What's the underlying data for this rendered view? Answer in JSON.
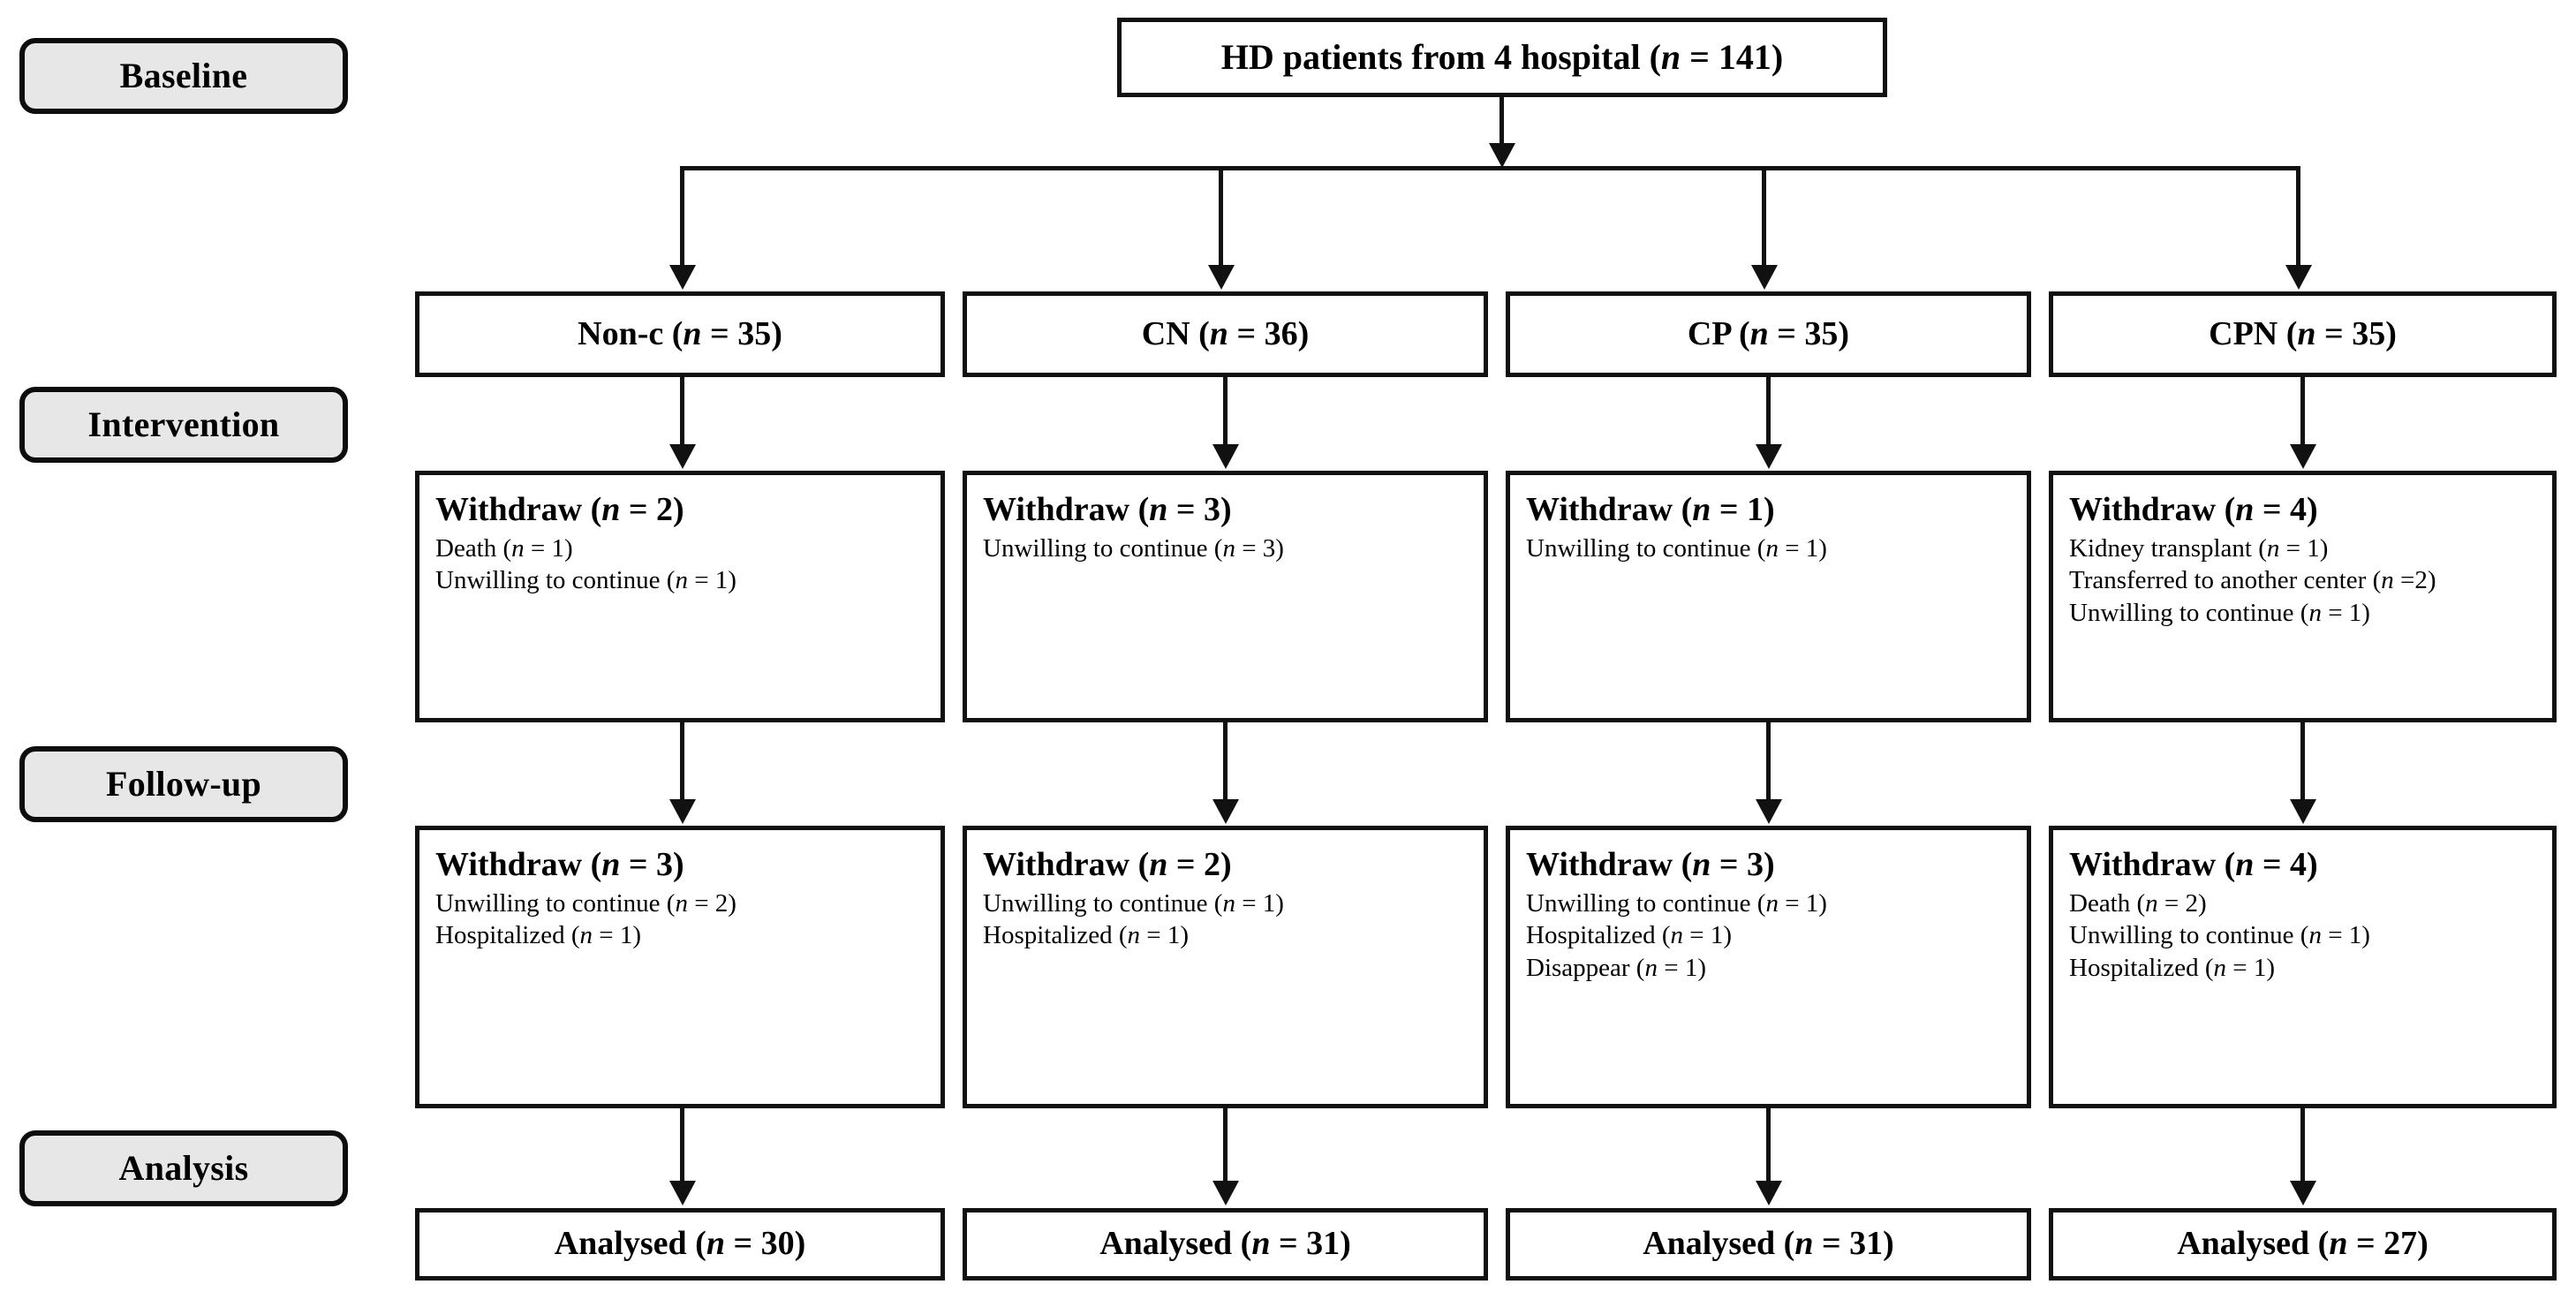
{
  "figure": {
    "type": "consort-flow-diagram",
    "colors": {
      "stroke": "#111111",
      "stage_label_fill": "#e7e7e7",
      "box_fill": "#ffffff",
      "text": "#000000"
    }
  },
  "stages": [
    {
      "id": "baseline",
      "label": "Baseline"
    },
    {
      "id": "intervention",
      "label": "Intervention"
    },
    {
      "id": "followup",
      "label": "Follow-up"
    },
    {
      "id": "analysis",
      "label": "Analysis"
    }
  ],
  "header": {
    "label_prefix": "HD patients from 4 hospital (",
    "n_symbol": "n",
    "label_suffix": " = 141)"
  },
  "columns": [
    {
      "id": "non-c",
      "group": {
        "prefix": "Non-c (",
        "n_symbol": "n",
        "suffix": " = 35)"
      },
      "withdraw_intervention": {
        "head_prefix": "Withdraw (",
        "head_n": "n",
        "head_suffix": " = 2)",
        "reasons": [
          {
            "text": "Death (",
            "n": "n",
            "tail": " = 1)"
          },
          {
            "text": "Unwilling to continue (",
            "n": "n",
            "tail": " = 1)"
          }
        ]
      },
      "withdraw_followup": {
        "head_prefix": "Withdraw (",
        "head_n": "n",
        "head_suffix": " = 3)",
        "reasons": [
          {
            "text": "Unwilling to continue (",
            "n": "n",
            "tail": " = 2)"
          },
          {
            "text": "Hospitalized (",
            "n": "n",
            "tail": " = 1)"
          }
        ]
      },
      "analysed": {
        "prefix": "Analysed (",
        "n_symbol": "n",
        "suffix": " = 30)"
      }
    },
    {
      "id": "cn",
      "group": {
        "prefix": "CN (",
        "n_symbol": "n",
        "suffix": " = 36)"
      },
      "withdraw_intervention": {
        "head_prefix": "Withdraw (",
        "head_n": "n",
        "head_suffix": " = 3)",
        "reasons": [
          {
            "text": "Unwilling to continue (",
            "n": "n",
            "tail": " = 3)"
          }
        ]
      },
      "withdraw_followup": {
        "head_prefix": "Withdraw (",
        "head_n": "n",
        "head_suffix": " = 2)",
        "reasons": [
          {
            "text": "Unwilling to continue (",
            "n": "n",
            "tail": " = 1)"
          },
          {
            "text": "Hospitalized (",
            "n": "n",
            "tail": " = 1)"
          }
        ]
      },
      "analysed": {
        "prefix": "Analysed (",
        "n_symbol": "n",
        "suffix": " = 31)"
      }
    },
    {
      "id": "cp",
      "group": {
        "prefix": "CP (",
        "n_symbol": "n",
        "suffix": " = 35)"
      },
      "withdraw_intervention": {
        "head_prefix": "Withdraw (",
        "head_n": "n",
        "head_suffix": " = 1)",
        "reasons": [
          {
            "text": "Unwilling to continue (",
            "n": "n",
            "tail": " = 1)"
          }
        ]
      },
      "withdraw_followup": {
        "head_prefix": "Withdraw (",
        "head_n": "n",
        "head_suffix": " = 3)",
        "reasons": [
          {
            "text": "Unwilling to continue (",
            "n": "n",
            "tail": " = 1)"
          },
          {
            "text": "Hospitalized (",
            "n": "n",
            "tail": " = 1)"
          },
          {
            "text": "Disappear (",
            "n": "n",
            "tail": " = 1)"
          }
        ]
      },
      "analysed": {
        "prefix": "Analysed (",
        "n_symbol": "n",
        "suffix": " = 31)"
      }
    },
    {
      "id": "cpn",
      "group": {
        "prefix": "CPN (",
        "n_symbol": "n",
        "suffix": " = 35)"
      },
      "withdraw_intervention": {
        "head_prefix": "Withdraw (",
        "head_n": "n",
        "head_suffix": " = 4)",
        "reasons": [
          {
            "text": "Kidney transplant (",
            "n": "n",
            "tail": " = 1)"
          },
          {
            "text": "Transferred to another center (",
            "n": "n",
            "tail": " =2)"
          },
          {
            "text": "Unwilling to continue (",
            "n": "n",
            "tail": " = 1)"
          }
        ]
      },
      "withdraw_followup": {
        "head_prefix": "Withdraw (",
        "head_n": "n",
        "head_suffix": " = 4)",
        "reasons": [
          {
            "text": "Death (",
            "n": "n",
            "tail": " = 2)"
          },
          {
            "text": "Unwilling to continue (",
            "n": "n",
            "tail": " = 1)"
          },
          {
            "text": "Hospitalized (",
            "n": "n",
            "tail": " = 1)"
          }
        ]
      },
      "analysed": {
        "prefix": "Analysed (",
        "n_symbol": "n",
        "suffix": " = 27)"
      }
    }
  ]
}
